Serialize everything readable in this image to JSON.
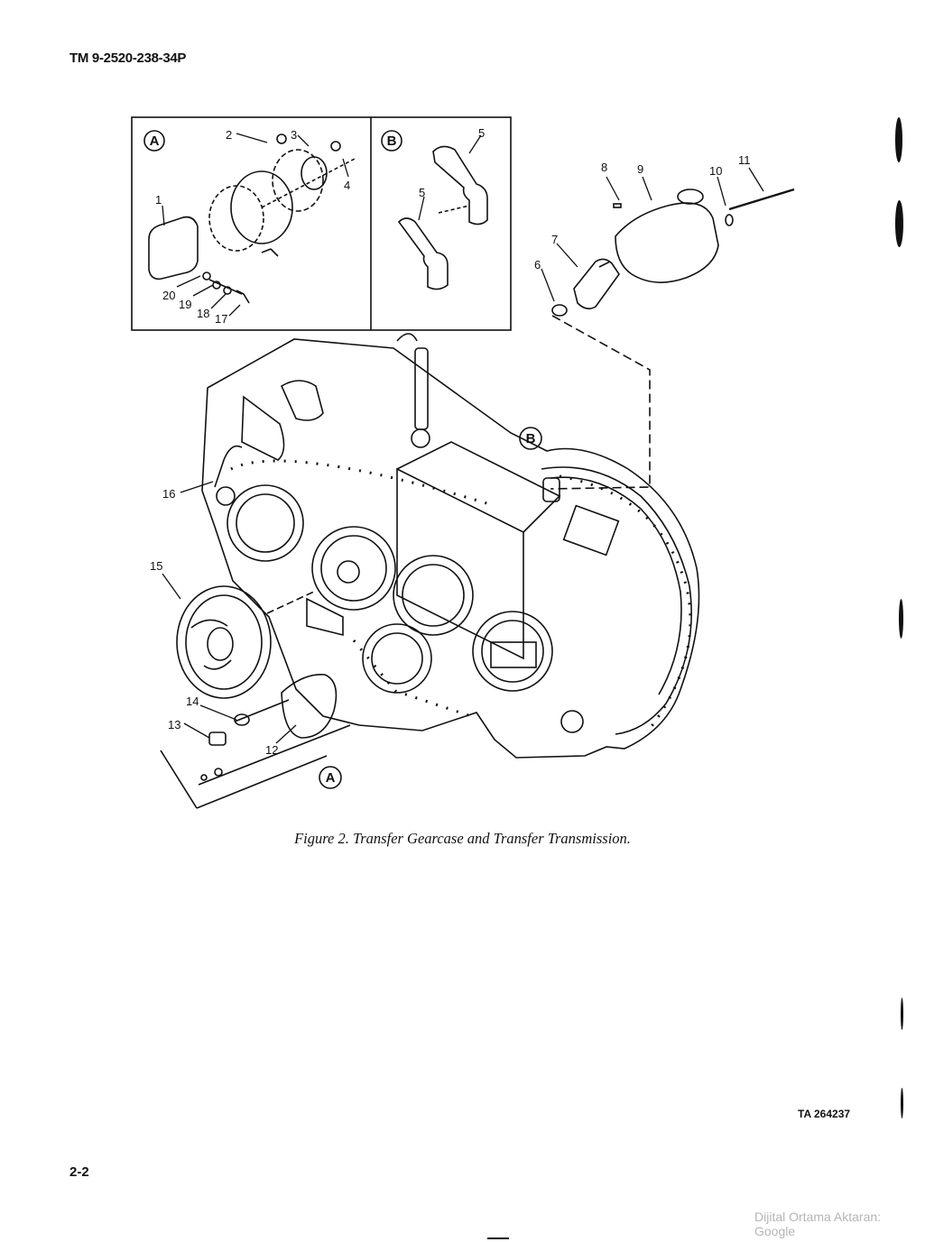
{
  "header": {
    "manual_number": "TM 9-2520-238-34P"
  },
  "figure": {
    "caption": "Figure 2.  Transfer Gearcase and Transfer Transmission.",
    "detail_views": [
      "A",
      "B"
    ],
    "callouts": [
      "1",
      "2",
      "3",
      "4",
      "5",
      "5",
      "6",
      "7",
      "8",
      "9",
      "10",
      "11",
      "12",
      "13",
      "14",
      "15",
      "16",
      "17",
      "18",
      "19",
      "20"
    ],
    "main_view_labels": [
      "A",
      "B"
    ]
  },
  "footer": {
    "art_number": "TA 264237",
    "page_number": "2-2",
    "watermark": "Dijital Ortama Aktaran: Google"
  },
  "colors": {
    "ink": "#111111",
    "paper": "#ffffff",
    "watermark": "#b5b5b5"
  }
}
